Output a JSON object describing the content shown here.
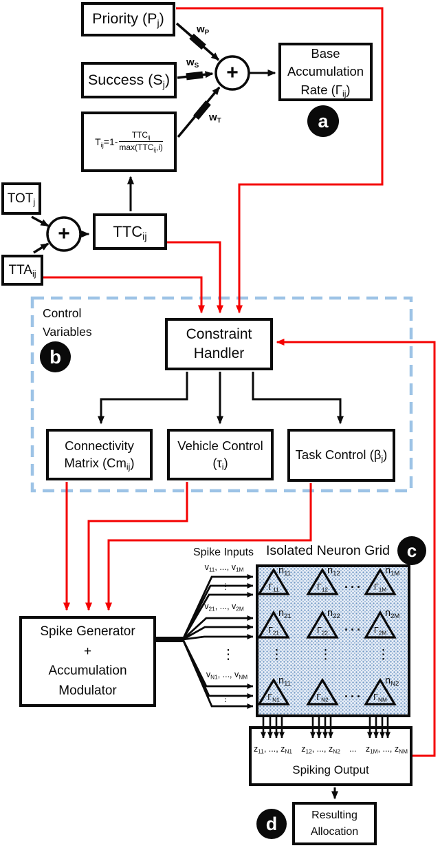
{
  "colors": {
    "red": "#f40000",
    "blue": "#9dc3e6",
    "gridfill": "#e6edf6",
    "griddot": "#6f97c4"
  },
  "top": {
    "priority": "Priority (P_{j})",
    "success": "Success (S_{j})",
    "formula_lhs": "T_{ij}=1-",
    "formula_num": "TTC_{ij}",
    "formula_den": "max(TTC_{ij},i)",
    "weight_p": "w_{P}",
    "weight_s": "w_{S}",
    "weight_t": "w_{T}",
    "sum_symbol": "+",
    "base_rate": "Base Accumulation Rate (Γ_{ij})",
    "badge_a": "a"
  },
  "ttc": {
    "tot": "TOT_{j}",
    "tta": "TTA_{ij}",
    "ttc": "TTC_{ij}",
    "sum_symbol": "+"
  },
  "control": {
    "label": "Control Variables",
    "badge_b": "b",
    "constraint": "Constraint Handler",
    "connectivity": "Connectivity Matrix (Cm_{ij})",
    "vehicle": "Vehicle Control (τ_{i})",
    "task": "Task Control (β_{j})"
  },
  "spike": {
    "generator_lines": [
      "Spike Generator",
      "+",
      "Accumulation",
      "Modulator"
    ],
    "inputs_label": "Spike Inputs",
    "v_labels": [
      "v_{11}, ..., v_{1M}",
      "v_{21}, ..., v_{2M}",
      "v_{N1}, ..., v_{NM}"
    ],
    "ellipsis_v": "⋮"
  },
  "grid": {
    "label": "Isolated Neuron Grid",
    "badge_c": "c",
    "ellipsis_h": "···",
    "ellipsis_v": "⋮",
    "neurons": [
      {
        "n": "n_{11}",
        "g": "Γ_{11}"
      },
      {
        "n": "n_{12}",
        "g": "Γ_{12}"
      },
      {
        "n": "n_{1M}",
        "g": "Γ_{1M}"
      },
      {
        "n": "n_{21}",
        "g": "Γ_{21}"
      },
      {
        "n": "n_{22}",
        "g": "Γ_{22}"
      },
      {
        "n": "n_{2M}",
        "g": "Γ_{2M}"
      },
      {
        "n": "n_{11}",
        "g": "Γ_{N1}"
      },
      {
        "n": "n_{N2}",
        "g": "Γ_{N2}"
      },
      {
        "n": "n_{NM}",
        "g": "Γ_{NM}"
      }
    ]
  },
  "output": {
    "z_labels": [
      "z_{11}, ..., z_{N1}",
      "z_{12}, ..., z_{N2}",
      "...",
      "z_{1M}, ..., z_{NM}"
    ],
    "spiking_label": "Spiking Output",
    "resulting": "Resulting Allocation",
    "badge_d": "d"
  }
}
